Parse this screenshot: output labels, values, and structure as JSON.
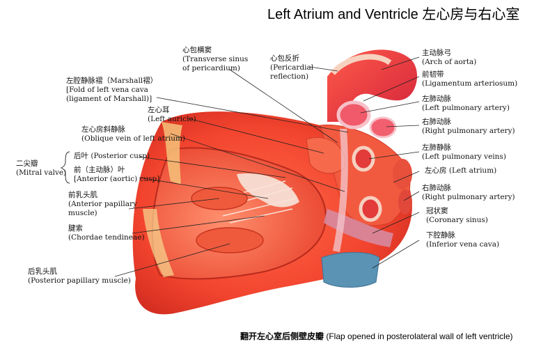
{
  "title": "Left Atrium and Ventricle 左心房与右心室",
  "caption": {
    "cn": "翻开左心室后侧壁皮瓣",
    "en": "(Flap opened in posterolateral wall of left ventricle)"
  },
  "labels": {
    "transverse_sinus": {
      "cn": "心包横窦",
      "en": "(Transverse sinus",
      "en2": "of pericardium)"
    },
    "pericardial_reflection": {
      "cn": "心包反折",
      "en": "(Pericardial",
      "en2": "reflection)"
    },
    "arch_of_aorta": {
      "cn": "主动脉弓",
      "en": "(Arch of aorta)"
    },
    "ligamentum_arteriosum": {
      "cn": "前韧带",
      "en": "(Ligamentum arteriosum)"
    },
    "left_pulmonary_artery": {
      "cn": "左肺动脉",
      "en": "(Left pulmonary artery)"
    },
    "right_pulmonary_artery_top": {
      "cn": "右肺动脉",
      "en": "(Right pulmonary artery)"
    },
    "left_pulmonary_veins": {
      "cn": "左肺静脉",
      "en": "(Left pulmonary veins)"
    },
    "left_atrium": {
      "cn": "左心房",
      "en": "(Left atrium)"
    },
    "right_pulmonary_artery_low": {
      "cn": "右肺动脉",
      "en": "(Right pulmonary artery)"
    },
    "coronary_sinus": {
      "cn": "冠状窦",
      "en": "(Coronary sinus)"
    },
    "inferior_vena_cava": {
      "cn": "下腔静脉",
      "en": "(Inferior vena cava)"
    },
    "marshall_fold": {
      "cn": "左腔静脉褶（Marshall褶）",
      "en": "[Fold of left vena cava",
      "en2": "(ligament of Marshall)]"
    },
    "left_auricle": {
      "cn": "左心耳",
      "en": "(Left auricle)"
    },
    "oblique_vein": {
      "cn": "左心房斜静脉",
      "en": "(Oblique vein of left atrium)"
    },
    "mitral_valve": {
      "cn": "二尖瓣",
      "en": "(Mitral valve)"
    },
    "posterior_cusp": {
      "cn": "后叶",
      "en": "(Posterior cusp)"
    },
    "anterior_cusp": {
      "cn": "前（主动脉）叶",
      "en": "[Anterior (aortic) cusp]"
    },
    "anterior_papillary": {
      "cn": "前乳头肌",
      "en": "(Anterior papillary",
      "en2": "muscle)"
    },
    "chordae": {
      "cn": "腱索",
      "en": "(Chordae tendineae)"
    },
    "posterior_papillary": {
      "cn": "后乳头肌",
      "en": "(Posterior papillary muscle)"
    }
  }
}
